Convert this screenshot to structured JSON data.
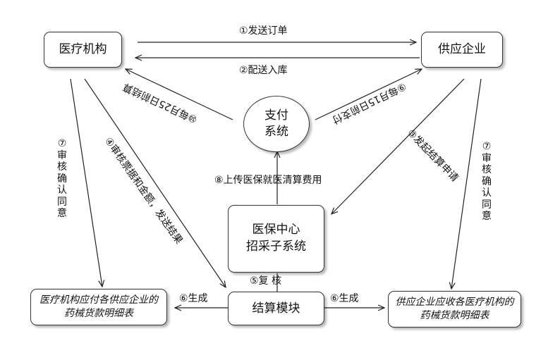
{
  "nodes": {
    "medical_institution": "医疗机构",
    "supplier": "供应企业",
    "payment_system": "支付\n系统",
    "medical_center": "医保中心\n招采子系统",
    "settlement_module": "结算模块",
    "left_statement": "医疗机构应付各供应企业的药械货款明细表",
    "right_statement": "供应企业应收各医疗机构的药械货款明细表"
  },
  "edges": {
    "send_order": "①发送订单",
    "deliver": "②配送入库",
    "apply_settlement": "③发起结算申请",
    "verify_and_send": "④审核票据和金额，发送结果",
    "review": "⑤复 核",
    "generate_left": "⑥生成",
    "generate_right": "⑥生成",
    "audit_left": "⑦审核确认同意",
    "audit_right": "⑦审核确认同意",
    "upload_fees": "⑧上传医保就医清算费用",
    "pay_day_15": "⑨每月15日前支付",
    "pay_day_25": "⑩每月25日前结算"
  }
}
